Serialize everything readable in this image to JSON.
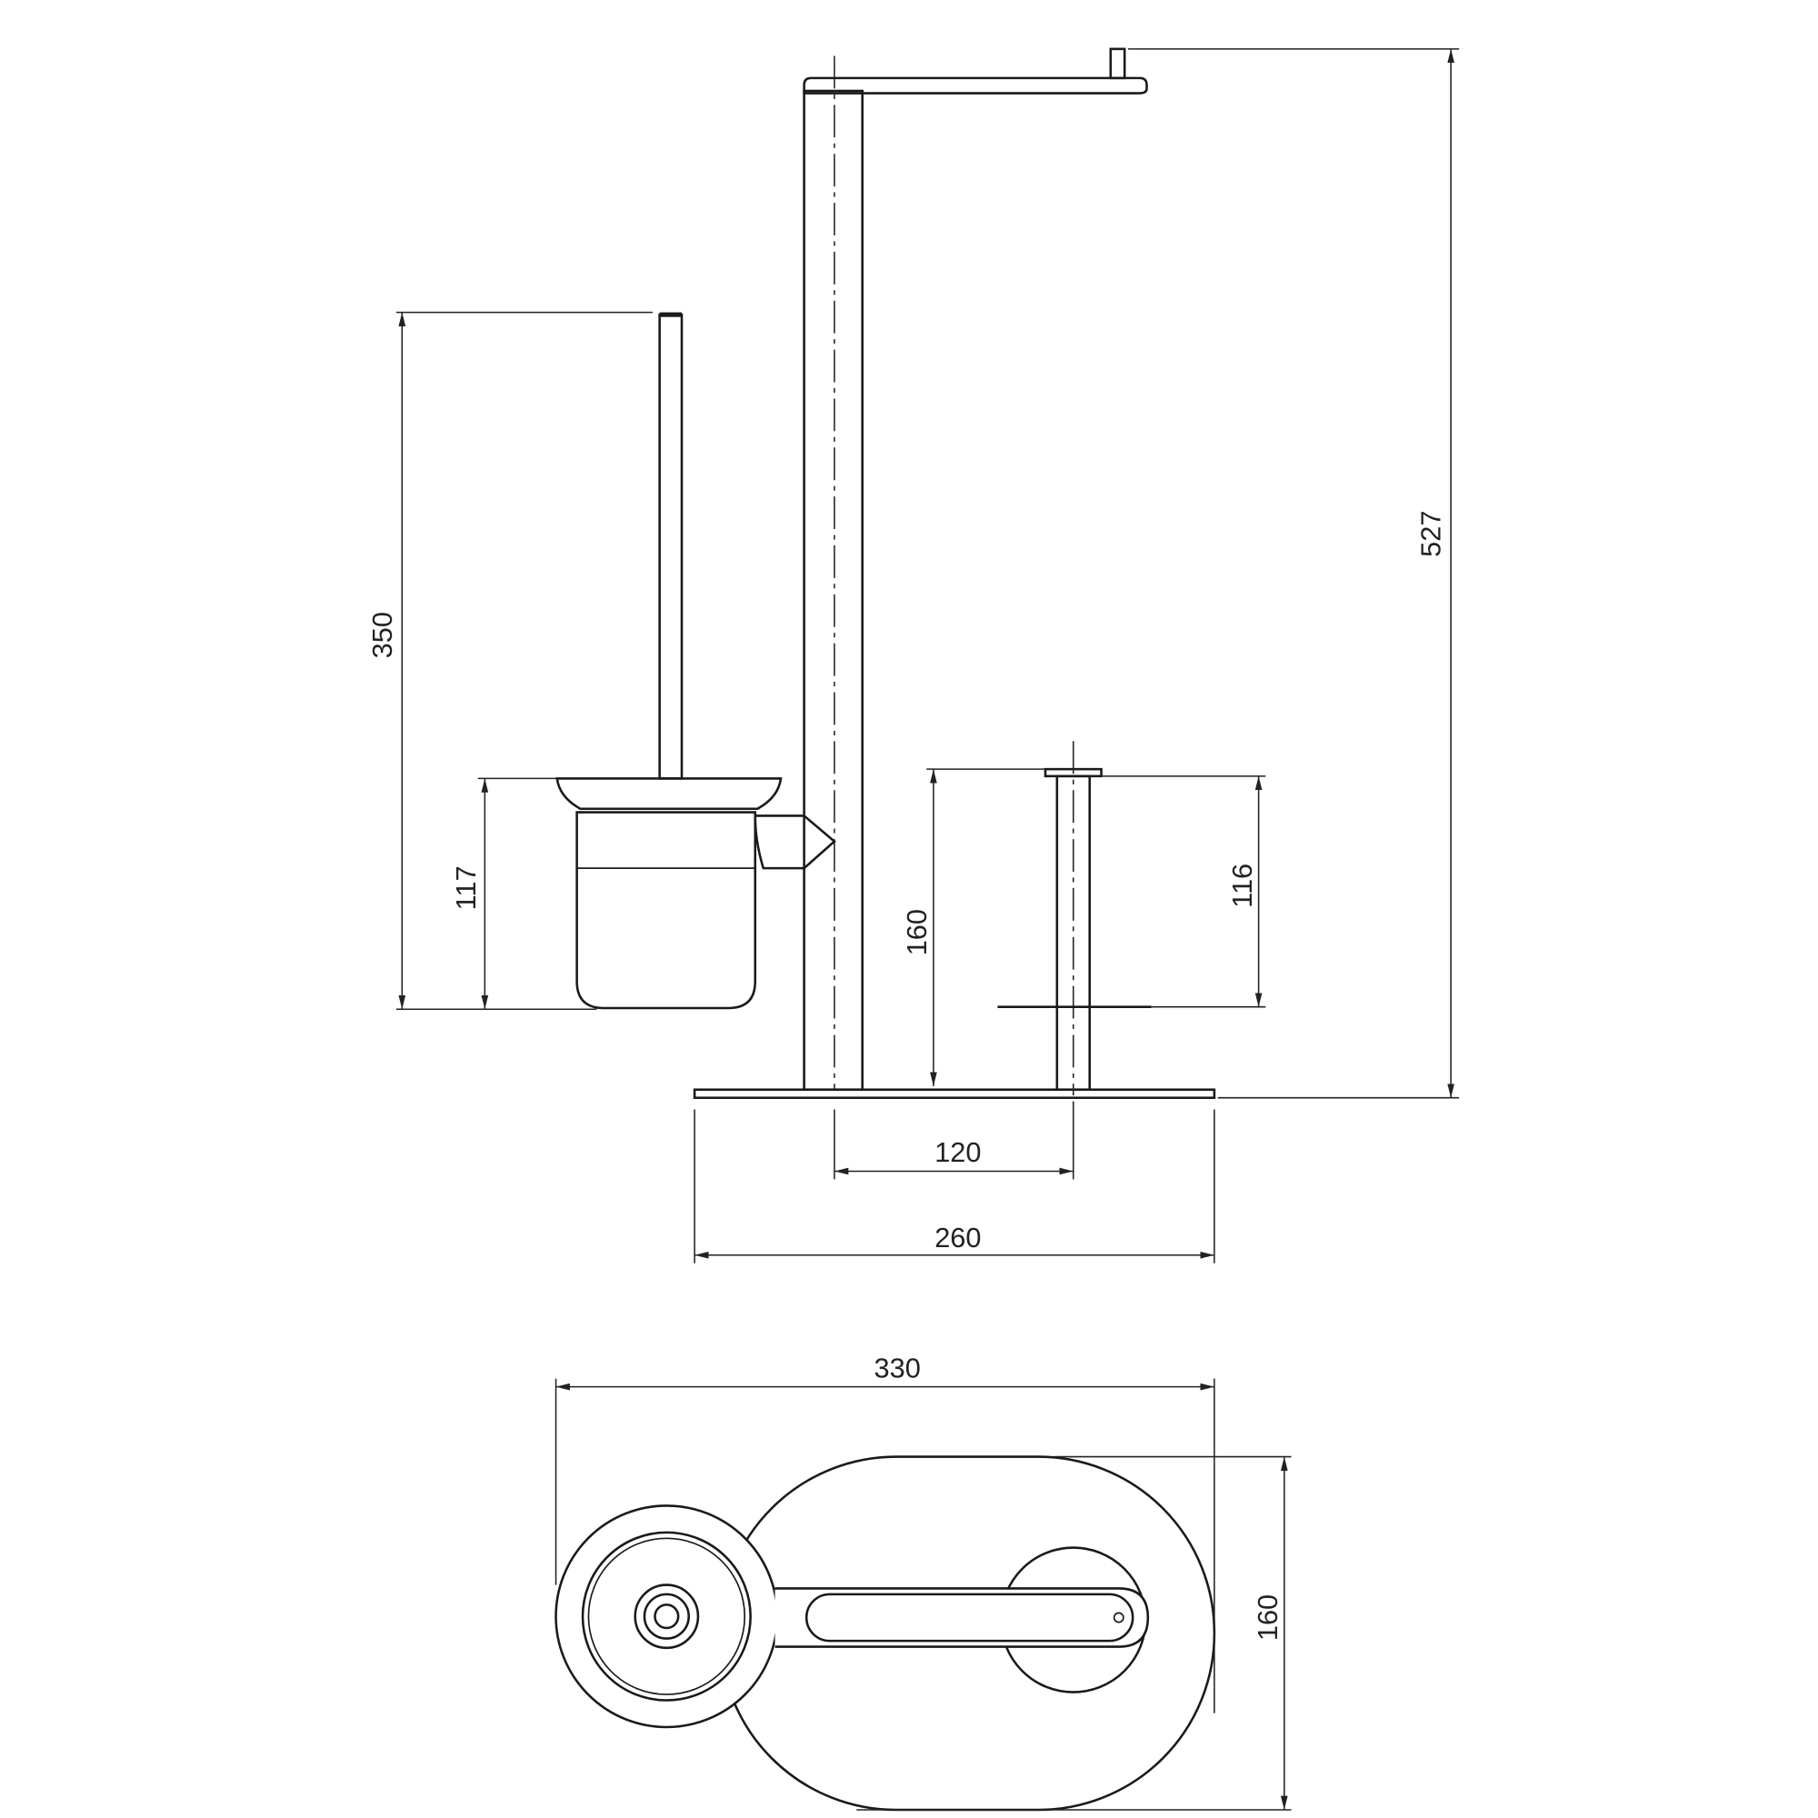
{
  "title": "Toilet brush and paper holder stand dimension drawing",
  "front_view": {
    "dimensions": {
      "total_height": "527",
      "brush_height": "350",
      "brush_cup_height": "117",
      "spare_roll_holder_height": "160",
      "spare_roll_length": "116",
      "post_spacing": "120",
      "base_width": "260"
    }
  },
  "top_view": {
    "dimensions": {
      "overall_width": "330",
      "plate_depth": "160"
    }
  }
}
